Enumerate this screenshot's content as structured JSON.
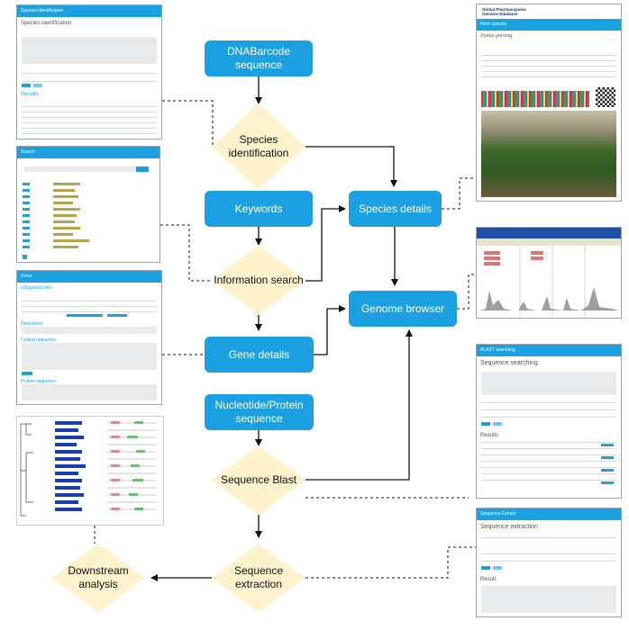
{
  "nodes": {
    "dna": "DNABarcode sequence",
    "species_id": "Species identification",
    "keywords": "Keywords",
    "info_search": "Information search",
    "species_details": "Species details",
    "genome_browser": "Genome browser",
    "gene_details": "Gene details",
    "nucleotide": "Nucleotide/Protein sequence",
    "blast": "Sequence Blast",
    "extraction": "Sequence extraction",
    "downstream": "Downstream analysis"
  },
  "thumbnails": {
    "species_identification": {
      "header": "Species Identification",
      "title": "Species identification",
      "results": "Results"
    },
    "search": {
      "header": "Search"
    },
    "gene": {
      "header": "Gene",
      "gene_name": "cHagenttUxtrs",
      "desc": "Description",
      "coding": "Coding sequence",
      "protein": "Protein sequence"
    },
    "herb_species": {
      "site": "Global Pharmacopoeia Genome Database",
      "header": "Herb species",
      "species": "Panax ginseng"
    },
    "blast": {
      "header": "BLAST searching",
      "title": "Sequence searching",
      "results": "Results"
    },
    "extract": {
      "header": "Sequence Extract",
      "title": "Sequence extraction",
      "result": "Result"
    }
  },
  "colors": {
    "box": "#1ba1e2",
    "decision": "#fff2cc",
    "line": "#111111"
  }
}
